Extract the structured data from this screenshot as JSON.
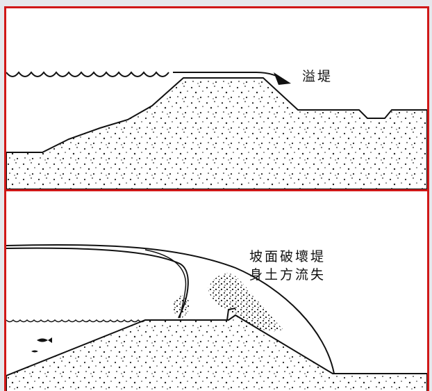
{
  "panels": {
    "overtopping": {
      "label": "溢堤"
    },
    "failure": {
      "label_line1": "坡面破壞堤",
      "label_line2": "身土方流失"
    }
  },
  "colors": {
    "frame_border": "#d01818",
    "ink": "#111111",
    "background": "#e6e8ec"
  }
}
